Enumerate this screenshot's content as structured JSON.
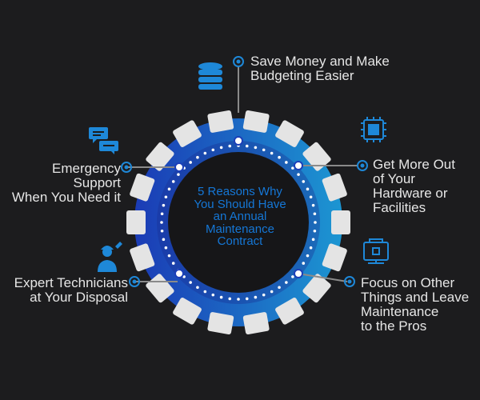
{
  "center": {
    "lines": [
      "5 Reasons Why",
      "You Should Have",
      "an Annual",
      "Maintenance",
      "Contract"
    ]
  },
  "reasons": [
    {
      "lines": [
        "Save Money and Make",
        "Budgeting Easier"
      ],
      "icon": "database-icon"
    },
    {
      "lines": [
        "Get More Out",
        "of Your",
        "Hardware or",
        "Facilities"
      ],
      "icon": "chip-icon"
    },
    {
      "lines": [
        "Focus on Other",
        "Things and Leave",
        "Maintenance",
        "to the Pros"
      ],
      "icon": "toolbox-icon"
    },
    {
      "lines": [
        "Expert Technicians",
        "at Your Disposal"
      ],
      "icon": "technician-icon"
    },
    {
      "lines": [
        "Emergency",
        "Support",
        "When You Need it"
      ],
      "icon": "chat-icon"
    }
  ],
  "colors": {
    "background": "#1c1c1e",
    "gear_blue_dark": "#1b3fb8",
    "gear_blue_light": "#1b8fd0",
    "icon_blue": "#1e88d8",
    "text": "#e6e6e6",
    "tooth": "#e4e4e4"
  }
}
